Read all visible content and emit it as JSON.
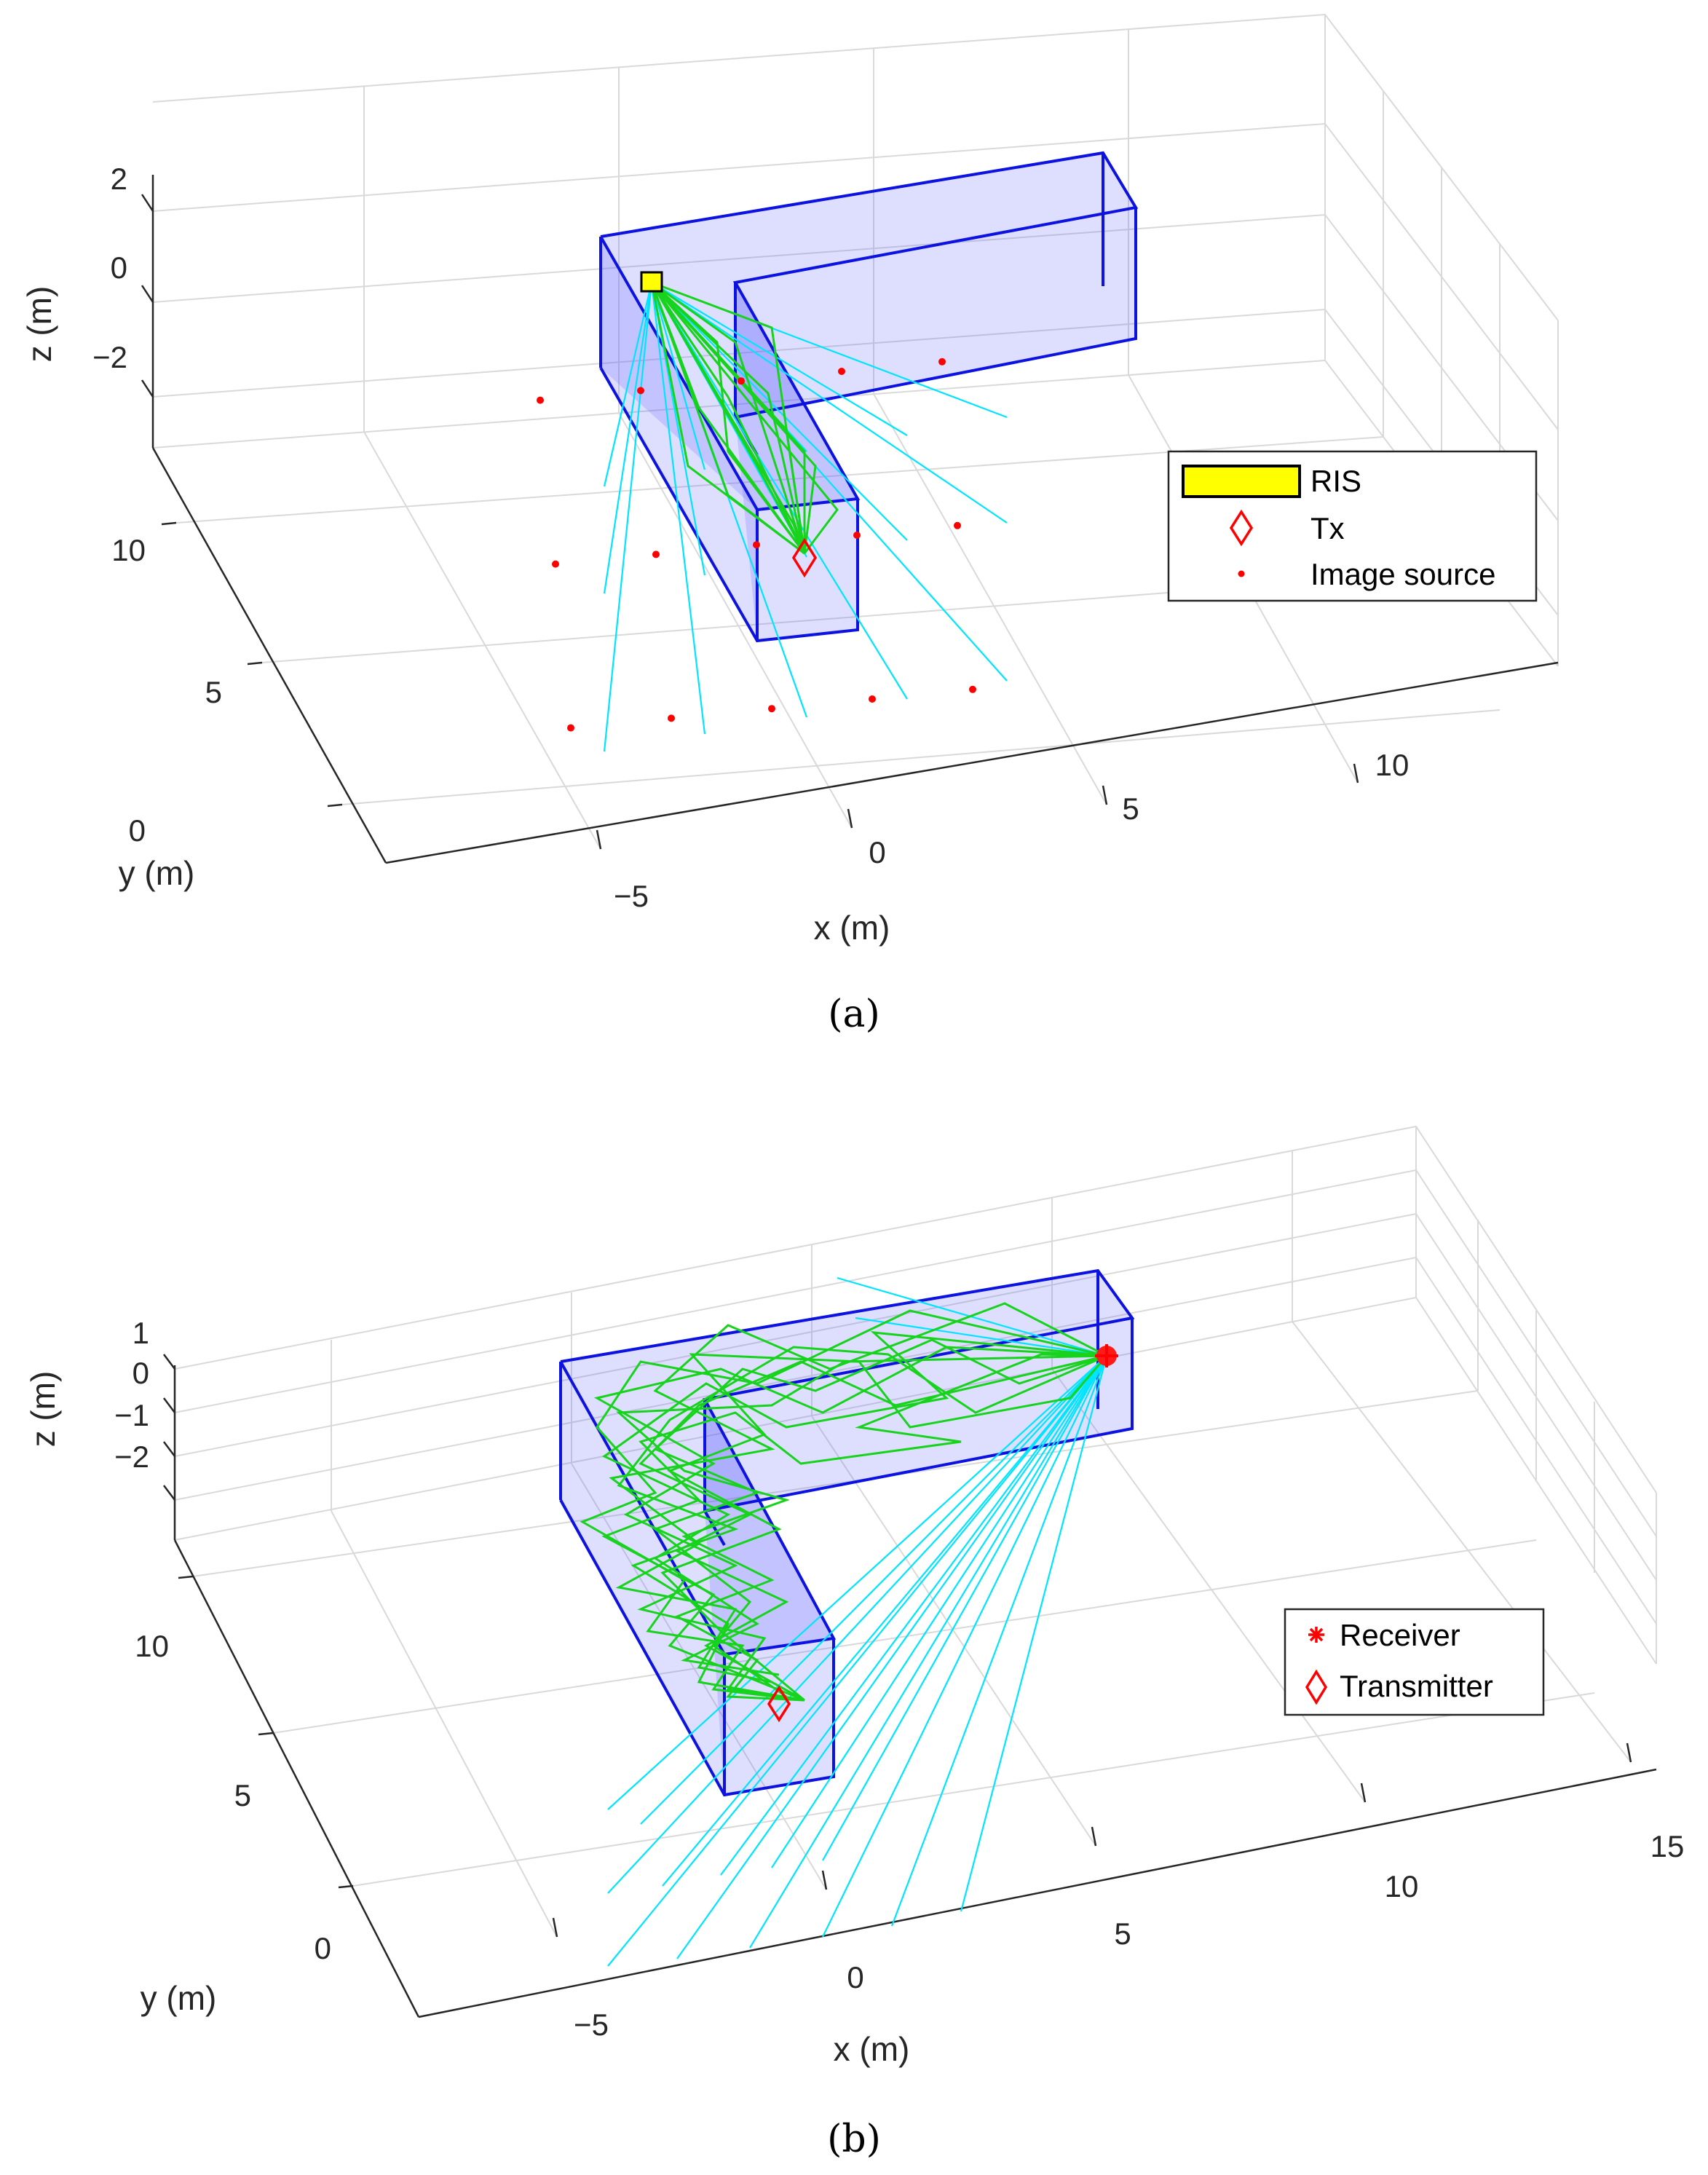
{
  "chart_data": [
    {
      "panel": "a",
      "type": "scatter",
      "caption": "(a)",
      "xlabel": "x (m)",
      "ylabel": "y (m)",
      "zlabel": "z (m)",
      "xticks": [
        "−5",
        "0",
        "5",
        "10"
      ],
      "yticks": [
        "0",
        "5",
        "10"
      ],
      "zticks": [
        "2",
        "0",
        "−2"
      ],
      "grid": true,
      "legend_position": "right",
      "legend": [
        {
          "label": "RIS",
          "marker": "yellow-rect"
        },
        {
          "label": "Tx",
          "marker": "red-diamond"
        },
        {
          "label": "Image source",
          "marker": "red-dot"
        }
      ],
      "colors": {
        "wall": "#5a5aff",
        "edge": "#0c12e0",
        "direct_paths": "#00e5ff",
        "reflected_paths": "#17d31c",
        "marker": "#ff0000",
        "ris": "#ffff00"
      },
      "image_sources_xy": [
        [
          -6,
          7
        ],
        [
          -4,
          7
        ],
        [
          -2,
          7
        ],
        [
          0,
          7
        ],
        [
          2,
          7
        ],
        [
          -6,
          4
        ],
        [
          -4,
          4
        ],
        [
          -2,
          4
        ],
        [
          0,
          4
        ],
        [
          2,
          4
        ],
        [
          -6,
          1
        ],
        [
          -4,
          1
        ],
        [
          -2,
          1
        ],
        [
          0,
          1
        ],
        [
          2,
          1
        ]
      ]
    },
    {
      "panel": "b",
      "type": "scatter",
      "caption": "(b)",
      "xlabel": "x (m)",
      "ylabel": "y (m)",
      "zlabel": "z (m)",
      "xticks": [
        "−5",
        "0",
        "5",
        "10",
        "15"
      ],
      "yticks": [
        "0",
        "5",
        "10"
      ],
      "zticks": [
        "1",
        "0",
        "−1",
        "−2"
      ],
      "grid": true,
      "legend_position": "right",
      "legend": [
        {
          "label": "Receiver",
          "marker": "red-asterisk"
        },
        {
          "label": "Transmitter",
          "marker": "red-diamond"
        }
      ],
      "colors": {
        "wall": "#5a5aff",
        "edge": "#0c12e0",
        "direct_paths": "#00e5ff",
        "reflected_paths": "#17d31c",
        "marker": "#ff0000"
      }
    }
  ]
}
